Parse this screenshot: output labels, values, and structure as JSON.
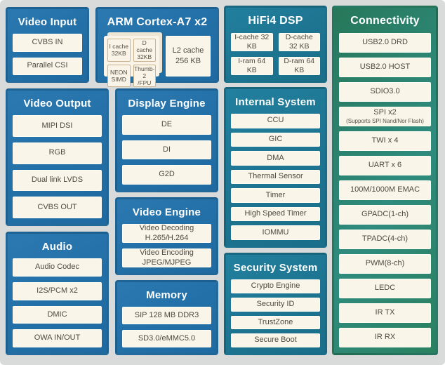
{
  "colors": {
    "canvas_bg": "#d9dbdb",
    "block_blue": "#2371a8",
    "block_teal": "#1d7592",
    "block_green_start": "#27785a",
    "block_green_end": "#2a8160",
    "item_bg": "#faf5e9",
    "item_text": "#4e4a42",
    "title_text": "#ffffff"
  },
  "blocks": {
    "video_input": {
      "title": "Video Input",
      "items": [
        "CVBS IN",
        "Parallel CSI"
      ]
    },
    "arm": {
      "title": "ARM Cortex-A7 x2",
      "cache_boxes": [
        "I cache\n32KB",
        "D cache\n32KB",
        "NEON\nSIMD",
        "Thumb-2\n/FPU"
      ],
      "l2_cache": "L2 cache\n256 KB"
    },
    "hifi4": {
      "title": "HiFi4 DSP",
      "items": [
        "I-cache 32 KB",
        "D-cache 32 KB",
        "I-ram 64 KB",
        "D-ram 64 KB"
      ]
    },
    "connectivity": {
      "title": "Connectivity",
      "items_top": [
        "USB2.0 DRD",
        "USB2.0 HOST",
        "SDIO3.0"
      ],
      "spi": {
        "label": "SPI x2",
        "sub": "(Supports SPI Nand/Nor Flash)"
      },
      "items_bottom": [
        "TWI x 4",
        "UART x 6",
        "100M/1000M EMAC",
        "GPADC(1-ch)",
        "TPADC(4-ch)",
        "PWM(8-ch)",
        "LEDC",
        "IR TX",
        "IR RX"
      ]
    },
    "video_output": {
      "title": "Video Output",
      "items": [
        "MIPI DSI",
        "RGB",
        "Dual link LVDS",
        "CVBS OUT"
      ]
    },
    "audio": {
      "title": "Audio",
      "items": [
        "Audio Codec",
        "I2S/PCM x2",
        "DMIC",
        "OWA IN/OUT"
      ]
    },
    "display_engine": {
      "title": "Display Engine",
      "items": [
        "DE",
        "DI",
        "G2D"
      ]
    },
    "video_engine": {
      "title": "Video Engine",
      "items": [
        "Video Decoding\nH.265/H.264",
        "Video Encoding\nJPEG/MJPEG"
      ]
    },
    "memory": {
      "title": "Memory",
      "items": [
        "SIP 128 MB DDR3",
        "SD3.0/eMMC5.0"
      ]
    },
    "internal_system": {
      "title": "Internal System",
      "items": [
        "CCU",
        "GIC",
        "DMA",
        "Thermal Sensor",
        "Timer",
        "High Speed Timer",
        "IOMMU"
      ]
    },
    "security_system": {
      "title": "Security System",
      "items": [
        "Crypto Engine",
        "Security ID",
        "TrustZone",
        "Secure Boot"
      ]
    }
  }
}
